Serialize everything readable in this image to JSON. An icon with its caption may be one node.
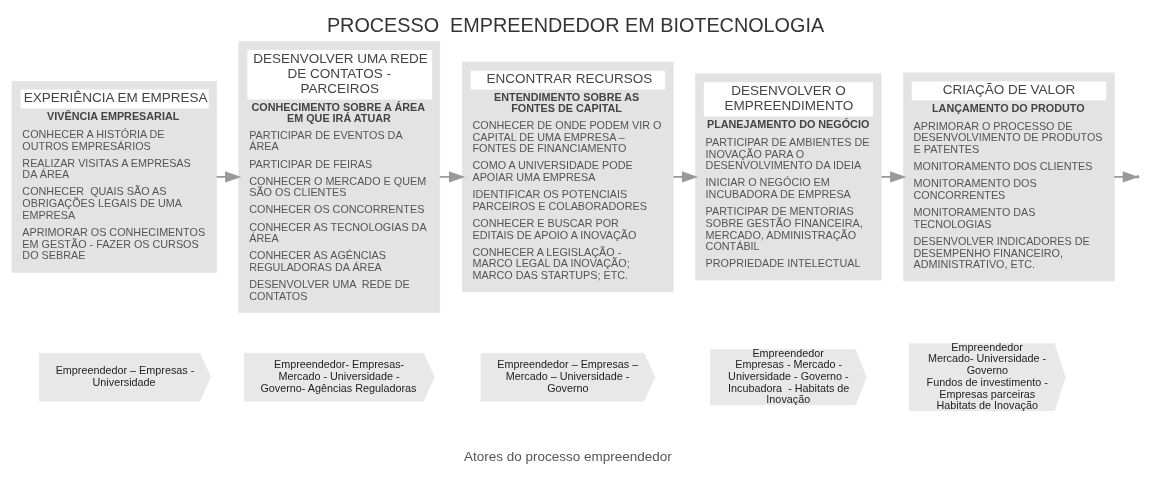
{
  "diagram": {
    "title": "PROCESSO  EMPREENDEDOR EM BIOTECNOLOGIA",
    "nodes": [
      {
        "text": [
          "EXPERIÊNCIA EM EMPRESA",
          "VIVÊNCIA EMPRESARIAL",
          "CONHECER A HISTÓRIA DE OUTROS EMPRESÁRIOS",
          "REALIZAR VISITAS A EMPRESAS DA ÁREA",
          "CONHECER  QUAIS SÃO AS OBRIGAÇÕES LEGAIS DE UMA EMPRESA",
          "APRIMORAR OS CONHECIMENTOS EM GESTÃO - FAZER OS CURSOS DO SEBRAE"
        ]
      },
      {
        "text": [
          "DESENVOLVER UMA REDE DE CONTATOS - PARCEIROS",
          "CONHECIMENTO SOBRE A ÁREA EM QUE IRÁ ATUAR",
          "PARTICIPAR DE EVENTOS DA ÁREA",
          "PARTICIPAR DE FEIRAS",
          "CONHECER O MERCADO E QUEM SÃO OS CLIENTES",
          "CONHECER OS CONCORRENTES",
          "CONHECER AS TECNOLOGIAS DA ÁREA",
          "CONHECER AS AGÊNCIAS REGULADORAS DA ÁREA",
          "DESENVOLVER UMA  REDE DE CONTATOS"
        ]
      },
      {
        "text": [
          "ENCONTRAR RECURSOS",
          "ENTENDIMENTO SOBRE AS FONTES DE CAPITAL",
          "CONHECER DE ONDE PODEM VIR O CAPITAL DE UMA EMPRESA – FONTES DE FINANCIAMENTO",
          "COMO A UNIVERSIDADE PODE APOIAR UMA EMPRESA",
          "IDENTIFICAR OS POTENCIAIS PARCEIROS E COLABORADORES",
          "CONHECER E BUSCAR POR EDITAIS DE APOIO A INOVAÇÃO",
          "CONHECER A LEGISLAÇÃO - MARCO LEGAL DA INOVAÇÃO; MARCO DAS STARTUPS; ETC."
        ]
      },
      {
        "text": [
          "DESENVOLVER O EMPREENDIMENTO",
          "PLANEJAMENTO DO NEGÓCIO",
          "PARTICIPAR DE AMBIENTES DE INOVAÇÃO PARA O DESENVOLVIMENTO DA IDEIA",
          "INICIAR O NEGÓCIO EM INCUBADORA DE EMPRESA",
          "PARTICIPAR DE MENTORIAS SOBRE GESTÃO FINANCEIRA, MERCADO, ADMINISTRAÇÃO CONTÁBIL",
          "PROPRIEDADE INTELECTUAL"
        ]
      },
      {
        "text": [
          "CRIAÇÃO DE VALOR",
          "LANÇAMENTO DO PRODUTO",
          "APRIMORAR O PROCESSO DE DESENVOLVIMENTO DE PRODUTOS E PATENTES",
          "MONITORAMENTO DOS CLIENTES",
          "MONITORAMENTO DOS CONCORRENTES",
          "MONITORAMENTO DAS TECNOLOGIAS",
          "DESENVOLVER INDICADORES DE DESEMPENHO FINANCEIRO, ADMINISTRATIVO, ETC."
        ]
      },
      {
        "text": [
          "Empreendedor – Empresas - Universidade"
        ]
      },
      {
        "text": [
          "Empreendedor- Empresas- Mercado - Universidade - Governo- Agências Reguladoras"
        ]
      },
      {
        "text": [
          "Empreendedor – Empresas – Mercado – Universidade - Governo"
        ]
      },
      {
        "text": [
          "Empreendedor",
          "Empresas - Mercado - Universidade - Governo - Incubadora  - Habitats de Inovação"
        ]
      },
      {
        "text": [
          "Empreendedor",
          "Mercado- Universidade - Governo",
          "Fundos de investimento - Empresas parceiras",
          "Habitats de Inovação"
        ]
      }
    ],
    "edges": [
      {
        "from": 0,
        "to": 1,
        "arrow": "to"
      },
      {
        "from": 1,
        "to": 2,
        "arrow": "to"
      },
      {
        "from": 2,
        "to": 3,
        "arrow": "to"
      },
      {
        "from": 3,
        "to": 4,
        "arrow": "to"
      },
      {
        "from": 4,
        "to": null,
        "arrow": "to"
      }
    ],
    "labels": [
      "Atores do processo empreendedor"
    ]
  }
}
